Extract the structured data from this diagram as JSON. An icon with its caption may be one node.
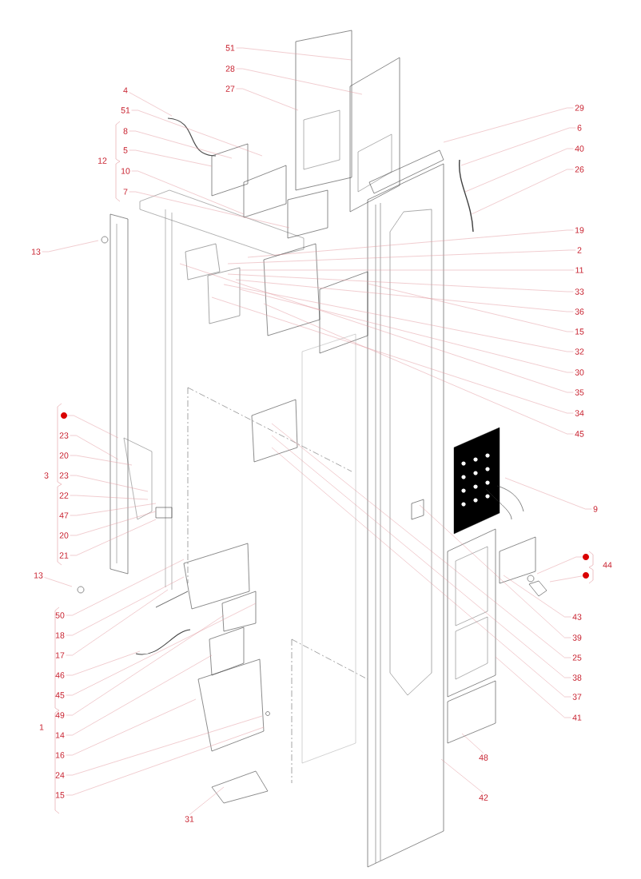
{
  "diagram": {
    "nodes": [
      {
        "text": [
          "51"
        ]
      },
      {
        "text": [
          "28"
        ]
      },
      {
        "text": [
          "27"
        ]
      },
      {
        "text": [
          "4"
        ]
      },
      {
        "text": [
          "51"
        ]
      },
      {
        "text": [
          "8"
        ]
      },
      {
        "text": [
          "5"
        ]
      },
      {
        "text": [
          "10"
        ]
      },
      {
        "text": [
          "7"
        ]
      },
      {
        "text": [
          "29"
        ]
      },
      {
        "text": [
          "6"
        ]
      },
      {
        "text": [
          "40"
        ]
      },
      {
        "text": [
          "26"
        ]
      },
      {
        "text": [
          "13"
        ]
      },
      {
        "text": [
          "19"
        ]
      },
      {
        "text": [
          "2"
        ]
      },
      {
        "text": [
          "11"
        ]
      },
      {
        "text": [
          "33"
        ]
      },
      {
        "text": [
          "36"
        ]
      },
      {
        "text": [
          "15"
        ]
      },
      {
        "text": [
          "32"
        ]
      },
      {
        "text": [
          "30"
        ]
      },
      {
        "text": [
          "35"
        ]
      },
      {
        "text": [
          "34"
        ]
      },
      {
        "text": [
          "45"
        ]
      },
      {
        "text": [],
        "shape": "circle"
      },
      {
        "text": [
          "23"
        ]
      },
      {
        "text": [
          "20"
        ]
      },
      {
        "text": [
          "23"
        ]
      },
      {
        "text": [
          "22"
        ]
      },
      {
        "text": [
          "47"
        ]
      },
      {
        "text": [
          "20"
        ]
      },
      {
        "text": [
          "21"
        ]
      },
      {
        "text": [
          "9"
        ]
      },
      {
        "text": [],
        "shape": "circle"
      },
      {
        "text": [],
        "shape": "circle"
      },
      {
        "text": [
          "13"
        ]
      },
      {
        "text": [
          "50"
        ]
      },
      {
        "text": [
          "43"
        ]
      },
      {
        "text": [
          "18"
        ]
      },
      {
        "text": [
          "39"
        ]
      },
      {
        "text": [
          "17"
        ]
      },
      {
        "text": [
          "25"
        ]
      },
      {
        "text": [
          "46"
        ]
      },
      {
        "text": [
          "38"
        ]
      },
      {
        "text": [
          "45"
        ]
      },
      {
        "text": [
          "37"
        ]
      },
      {
        "text": [
          "49"
        ]
      },
      {
        "text": [
          "41"
        ]
      },
      {
        "text": [
          "14"
        ]
      },
      {
        "text": [
          "16"
        ]
      },
      {
        "text": [
          "48"
        ]
      },
      {
        "text": [
          "24"
        ]
      },
      {
        "text": [
          "15"
        ]
      },
      {
        "text": [
          "42"
        ]
      },
      {
        "text": [
          "31"
        ]
      }
    ],
    "edges": [
      {
        "from": 0,
        "to": null,
        "arrow": "none"
      },
      {
        "from": 1,
        "to": null,
        "arrow": "none"
      },
      {
        "from": 2,
        "to": null,
        "arrow": "none"
      },
      {
        "from": 3,
        "to": null,
        "arrow": "none"
      },
      {
        "from": 4,
        "to": null,
        "arrow": "none"
      },
      {
        "from": 5,
        "to": null,
        "arrow": "none"
      },
      {
        "from": 6,
        "to": null,
        "arrow": "none"
      },
      {
        "from": 7,
        "to": null,
        "arrow": "none"
      },
      {
        "from": 8,
        "to": null,
        "arrow": "none"
      },
      {
        "from": 9,
        "to": null,
        "arrow": "none"
      },
      {
        "from": 10,
        "to": null,
        "arrow": "none"
      },
      {
        "from": 11,
        "to": null,
        "arrow": "none"
      },
      {
        "from": 12,
        "to": null,
        "arrow": "none"
      },
      {
        "from": 13,
        "to": null,
        "arrow": "none"
      },
      {
        "from": 14,
        "to": null,
        "arrow": "none"
      },
      {
        "from": 15,
        "to": null,
        "arrow": "none"
      },
      {
        "from": 16,
        "to": null,
        "arrow": "none"
      },
      {
        "from": 17,
        "to": null,
        "arrow": "none"
      },
      {
        "from": 18,
        "to": null,
        "arrow": "none"
      },
      {
        "from": 19,
        "to": null,
        "arrow": "none"
      },
      {
        "from": 20,
        "to": null,
        "arrow": "none"
      },
      {
        "from": 21,
        "to": null,
        "arrow": "none"
      },
      {
        "from": 22,
        "to": null,
        "arrow": "none"
      },
      {
        "from": 23,
        "to": null,
        "arrow": "none"
      },
      {
        "from": 24,
        "to": null,
        "arrow": "none"
      },
      {
        "from": 25,
        "to": null,
        "arrow": "none"
      },
      {
        "from": 26,
        "to": null,
        "arrow": "none"
      },
      {
        "from": 27,
        "to": null,
        "arrow": "none"
      },
      {
        "from": 28,
        "to": null,
        "arrow": "none"
      },
      {
        "from": 29,
        "to": null,
        "arrow": "none"
      },
      {
        "from": 30,
        "to": null,
        "arrow": "none"
      },
      {
        "from": 31,
        "to": null,
        "arrow": "none"
      },
      {
        "from": 32,
        "to": null,
        "arrow": "none"
      },
      {
        "from": 33,
        "to": null,
        "arrow": "none"
      },
      {
        "from": 34,
        "to": null,
        "arrow": "none"
      },
      {
        "from": 35,
        "to": null,
        "arrow": "none"
      },
      {
        "from": 36,
        "to": null,
        "arrow": "none"
      },
      {
        "from": 37,
        "to": null,
        "arrow": "none"
      },
      {
        "from": 38,
        "to": null,
        "arrow": "none"
      },
      {
        "from": 39,
        "to": null,
        "arrow": "none"
      },
      {
        "from": 40,
        "to": null,
        "arrow": "none"
      },
      {
        "from": 41,
        "to": null,
        "arrow": "none"
      },
      {
        "from": 42,
        "to": null,
        "arrow": "none"
      },
      {
        "from": 43,
        "to": null,
        "arrow": "none"
      },
      {
        "from": 44,
        "to": null,
        "arrow": "none"
      },
      {
        "from": 45,
        "to": null,
        "arrow": "none"
      },
      {
        "from": 46,
        "to": null,
        "arrow": "none"
      },
      {
        "from": 47,
        "to": null,
        "arrow": "none"
      },
      {
        "from": 48,
        "to": null,
        "arrow": "none"
      },
      {
        "from": 49,
        "to": null,
        "arrow": "none"
      },
      {
        "from": 50,
        "to": null,
        "arrow": "none"
      },
      {
        "from": 51,
        "to": null,
        "arrow": "none"
      },
      {
        "from": 52,
        "to": null,
        "arrow": "none"
      },
      {
        "from": 53,
        "to": null,
        "arrow": "none"
      },
      {
        "from": 54,
        "to": null,
        "arrow": "none"
      },
      {
        "from": 55,
        "to": null,
        "arrow": "none"
      }
    ],
    "labels": [
      "12",
      "3",
      "1",
      "44"
    ]
  }
}
